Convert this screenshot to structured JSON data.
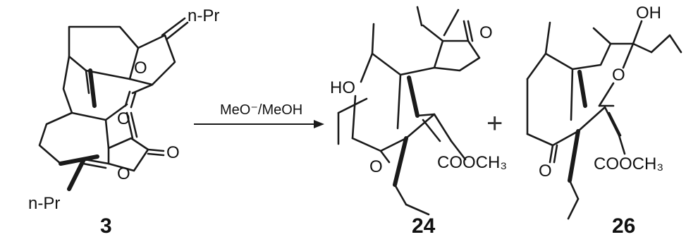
{
  "scheme": {
    "reagent": "MeO⁻/MeOH",
    "plus": "+",
    "compounds": [
      {
        "id": "3",
        "labels": {
          "propyl_top": "n-Pr",
          "propyl_bottom": "n-Pr",
          "oxygens": [
            "O",
            "O",
            "O",
            "O"
          ]
        }
      },
      {
        "id": "24",
        "labels": {
          "hydroxyl": "HO",
          "ketone_top": "O",
          "ketone_bottom": "O",
          "ester": "COOCH₃"
        }
      },
      {
        "id": "26",
        "labels": {
          "hydroxyl": "OH",
          "ether": "O",
          "ketone": "O",
          "ester": "COOCH₃"
        }
      }
    ]
  }
}
